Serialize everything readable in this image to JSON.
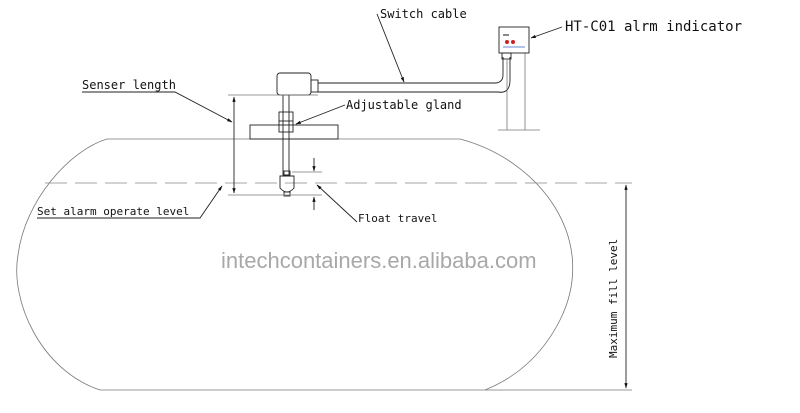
{
  "labels": {
    "switch_cable": "Switch cable",
    "indicator": "HT-C01 alrm indicator",
    "senser_length": "Senser length",
    "adjustable_gland": "Adjustable gland",
    "set_alarm_level": "Set alarm operate level",
    "float_travel": "Float travel",
    "max_fill_level": "Maximum fill level"
  },
  "watermark": "intechcontainers.en.alibaba.com",
  "colors": {
    "line": "#222222",
    "tank_outline": "#777777",
    "watermark": "#9a9a9a",
    "indicator_lamp": "#d02020"
  }
}
